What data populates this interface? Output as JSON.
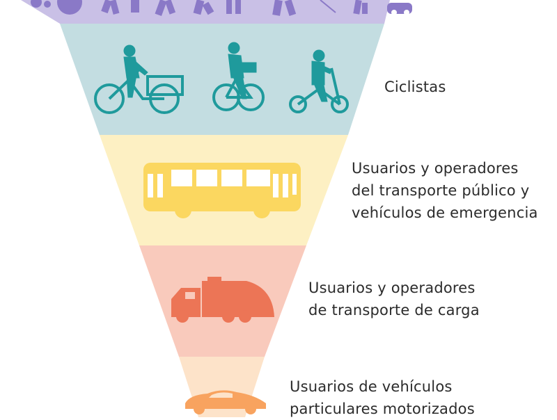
{
  "colors": {
    "pedestrians_band": "#c9c0e6",
    "pedestrians_icon": "#8a79c7",
    "cyclists_band": "#c3dde1",
    "cyclists_icon": "#1f9a9c",
    "transit_band": "#fdf0c3",
    "transit_icon": "#fbd760",
    "freight_band": "#f9cabc",
    "freight_icon": "#ec7556",
    "private_band": "#fde3c9",
    "private_icon": "#f8a35f",
    "text": "#2b2b2b"
  },
  "tiers": [
    {
      "id": "pedestrians",
      "icon": "pedestrians-icon",
      "lines": []
    },
    {
      "id": "cyclists",
      "icon": "bicycle-icon",
      "lines": [
        "Ciclistas"
      ]
    },
    {
      "id": "transit",
      "icon": "bus-icon",
      "lines": [
        "Usuarios y operadores",
        "del transporte público y",
        "vehículos de emergencia"
      ]
    },
    {
      "id": "freight",
      "icon": "garbage-truck-icon",
      "lines": [
        "Usuarios y operadores",
        "de transporte de carga"
      ]
    },
    {
      "id": "private",
      "icon": "car-icon",
      "lines": [
        "Usuarios de vehículos",
        "particulares motorizados"
      ]
    }
  ]
}
